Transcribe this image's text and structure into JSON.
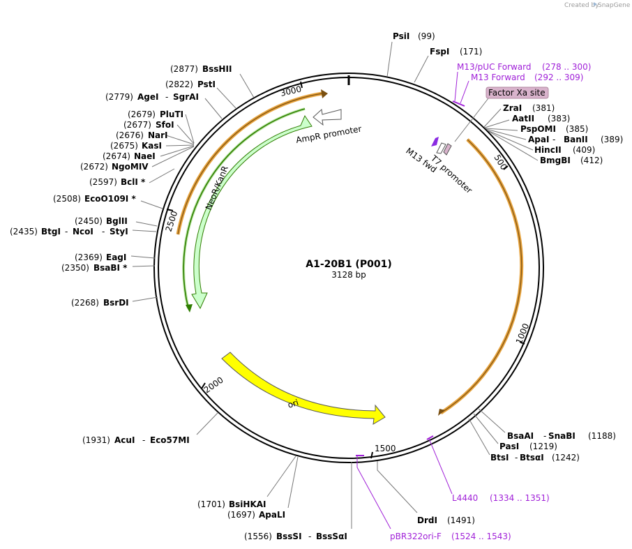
{
  "watermark": {
    "created_by": "Created by",
    "brand": "SnapGene"
  },
  "plasmid": {
    "name": "A1-20B1 (P001)",
    "length": "3128 bp"
  },
  "ticks": [
    "500",
    "1000",
    "1500",
    "2000",
    "2500",
    "3000"
  ],
  "features": {
    "ampr_promoter": "AmpR promoter",
    "neo": "NeoR/KanR",
    "ori": "ori",
    "t7": "T7 promoter",
    "m13fwd": "M13 fwd",
    "factor_xa": "Factor Xa site"
  },
  "sites": [
    {
      "name": "PsiI",
      "pos": "(99)"
    },
    {
      "name": "FspI",
      "pos": "(171)"
    },
    {
      "name": "ZraI",
      "pos": "(381)"
    },
    {
      "name": "AatII",
      "pos": "(383)"
    },
    {
      "name": "PspOMI",
      "pos": "(385)"
    },
    {
      "name": "ApaI",
      "name2": "BanII",
      "pos": "(389)"
    },
    {
      "name": "HincII",
      "pos": "(409)"
    },
    {
      "name": "BmgBI",
      "pos": "(412)"
    },
    {
      "name": "BsaAI",
      "name2": "SnaBI",
      "pos": "(1188)"
    },
    {
      "name": "PasI",
      "pos": "(1219)"
    },
    {
      "name": "BtsI",
      "name2": "BtsαI",
      "pos": "(1242)"
    },
    {
      "name": "DrdI",
      "pos": "(1491)"
    },
    {
      "name": "BssSI",
      "name2": "BssSαI",
      "pos": "(1556)"
    },
    {
      "name": "ApaLI",
      "pos": "(1697)"
    },
    {
      "name": "BsiHKAI",
      "pos": "(1701)"
    },
    {
      "name": "AcuI",
      "name2": "Eco57MI",
      "pos": "(1931)"
    },
    {
      "name": "BsrDI",
      "pos": "(2268)"
    },
    {
      "name": "BsaBI *",
      "pos": "(2350)"
    },
    {
      "name": "EagI",
      "pos": "(2369)"
    },
    {
      "name": "BtgI",
      "name2": "NcoI",
      "name3": "StyI",
      "pos": "(2435)"
    },
    {
      "name": "BglII",
      "pos": "(2450)"
    },
    {
      "name": "EcoO109I *",
      "pos": "(2508)"
    },
    {
      "name": "BclI *",
      "pos": "(2597)"
    },
    {
      "name": "NgoMIV",
      "pos": "(2672)"
    },
    {
      "name": "NaeI",
      "pos": "(2674)"
    },
    {
      "name": "KasI",
      "pos": "(2675)"
    },
    {
      "name": "NarI",
      "pos": "(2676)"
    },
    {
      "name": "SfoI",
      "pos": "(2677)"
    },
    {
      "name": "PluTI",
      "pos": "(2679)"
    },
    {
      "name": "AgeI",
      "name2": "SgrAI",
      "pos": "(2779)"
    },
    {
      "name": "PstI",
      "pos": "(2822)"
    },
    {
      "name": "BssHII",
      "pos": "(2877)"
    }
  ],
  "primers": [
    {
      "name": "M13/pUC Forward",
      "range": "(278 .. 300)"
    },
    {
      "name": "M13 Forward",
      "range": "(292 .. 309)"
    },
    {
      "name": "L4440",
      "range": "(1334 .. 1351)"
    },
    {
      "name": "pBR322ori-F",
      "range": "(1524 .. 1543)"
    }
  ],
  "colors": {
    "primer": "#a020d8",
    "orf_outline": "#e6a23c",
    "ori_fill": "#ffff00",
    "neo_fill": "#ccffcc",
    "neo_line": "#2e7d00",
    "factor_xa_fill": "#d9b3cc"
  }
}
